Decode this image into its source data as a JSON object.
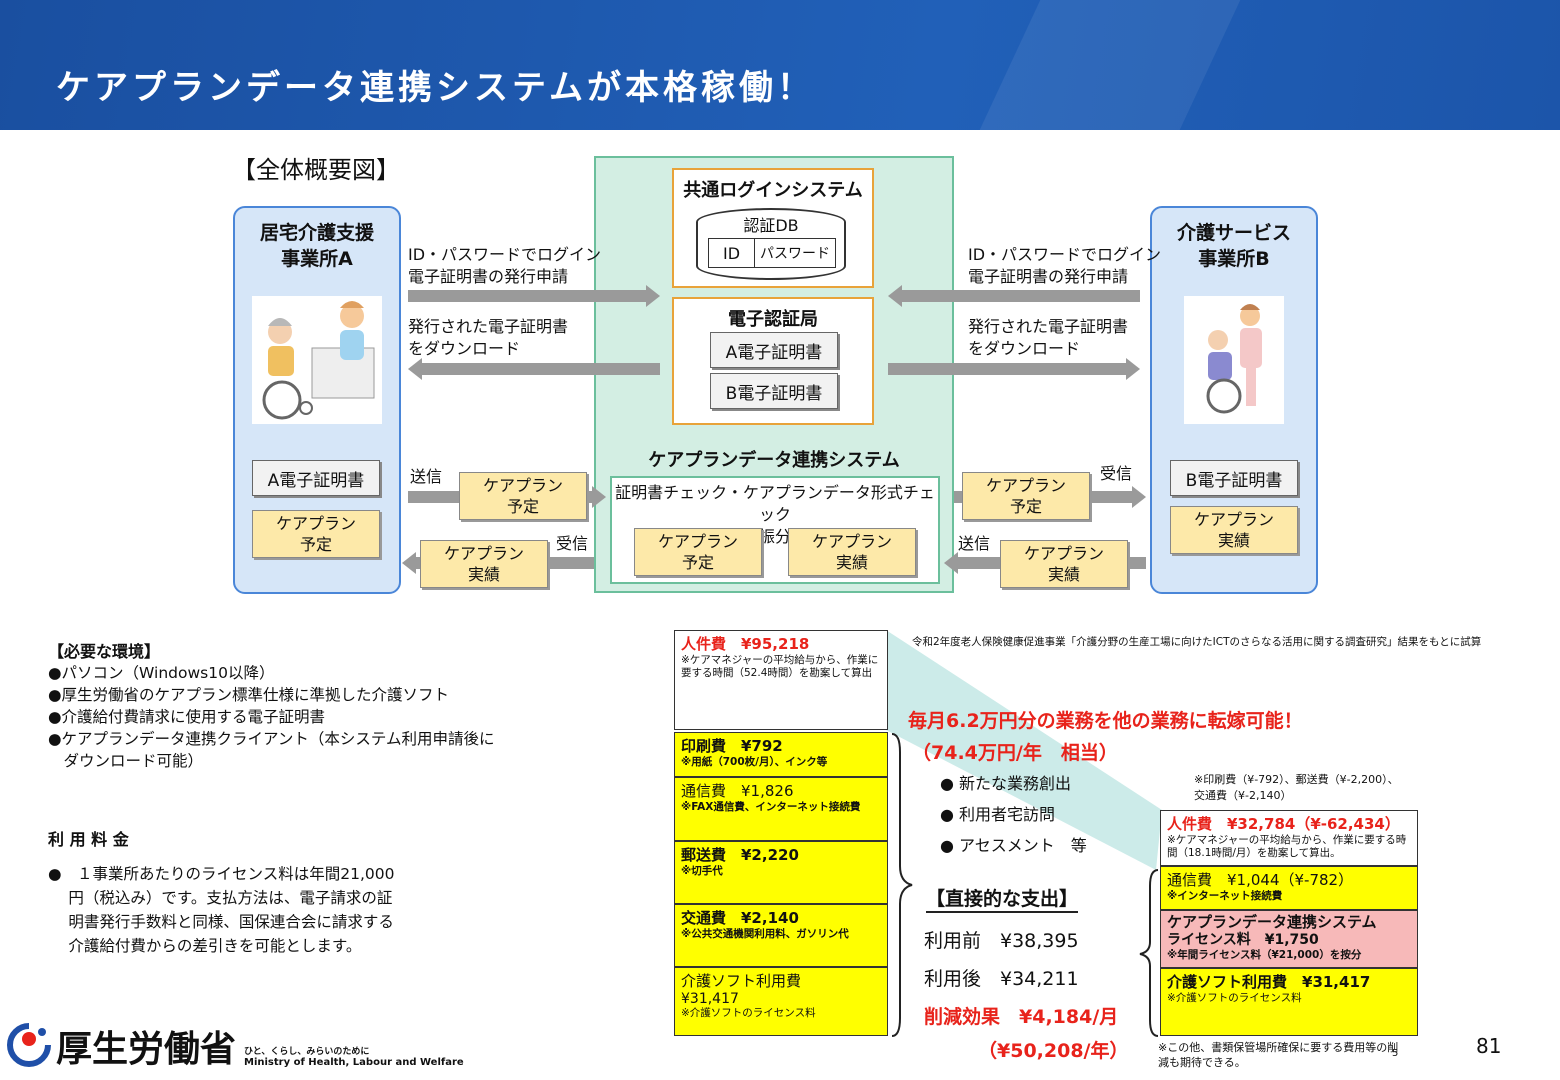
{
  "header": {
    "title": "ケアプランデータ連携システムが本格稼働！"
  },
  "overview_label": "【全体概要図】",
  "office_a": {
    "title": "居宅介護支援\n事業所A",
    "cert": "A電子証明書",
    "note": "ケアプラン\n予定"
  },
  "office_b": {
    "title": "介護サービス\n事業所B",
    "cert": "B電子証明書",
    "note": "ケアプラン\n実績"
  },
  "login_system": {
    "title": "共通ログインシステム",
    "db": "認証DB",
    "id": "ID",
    "password": "パスワード"
  },
  "ca": {
    "title": "電子認証局",
    "cert_a": "A電子証明書",
    "cert_b": "B電子証明書"
  },
  "care_system": {
    "title": "ケアプランデータ連携システム",
    "process": "証明書チェック・ケアプランデータ形式チェック\n送信先振分け処理",
    "note_plan": "ケアプラン\n予定",
    "note_result": "ケアプラン\n実績"
  },
  "flows": {
    "login": "ID・パスワードでログイン\n電子証明書の発行申請",
    "download": "発行された電子証明書\nをダウンロード",
    "send": "送信",
    "receive": "受信",
    "note_plan": "ケアプラン\n予定",
    "note_result": "ケアプラン\n実績"
  },
  "requirements": {
    "title": "【必要な環境】",
    "items": [
      "●パソコン（Windows10以降）",
      "●厚生労働省のケアプラン標準仕様に準拠した介護ソフト",
      "●介護給付費請求に使用する電子証明書",
      "●ケアプランデータ連携クライアント（本システム利用申請後に",
      "　ダウンロード可能）"
    ]
  },
  "fee": {
    "title": "利 用 料 金",
    "lines": [
      "●　１事業所あたりのライセンス料は年間21,000",
      "　 円（税込み）です。支払方法は、電子請求の証",
      "　 明書発行手数料と同様、国保連合会に請求する",
      "　 介護給付費からの差引きを可能とします。"
    ]
  },
  "source_note": "令和2年度老人保険健康促進事業「介護分野の生産工場に向けたICTのさらなる活用に関する調査研究」結果をもとに試算",
  "before": {
    "labor_title": "人件費　¥95,218",
    "labor_note": "※ケアマネジャーの平均給与から、作業に要する時間（52.4時間）を勘案して算出",
    "print_title": "印刷費　¥792",
    "print_note": "※用紙（700枚/月）、インク等",
    "comm_title": "通信費　¥1,826",
    "comm_note": "※FAX通信費、インターネット接続費",
    "post_title": "郵送費　¥2,220",
    "post_note": "※切手代",
    "travel_title": "交通費　¥2,140",
    "travel_note": "※公共交通機関利用料、ガソリン代",
    "soft_title": "介護ソフト利用費",
    "soft_value": "¥31,417",
    "soft_note": "※介護ソフトのライセンス料"
  },
  "headline": {
    "line1": "毎月6.2万円分の業務を他の業務に転嫁可能！",
    "line2": "（74.4万円/年　相当）",
    "bullets": [
      "● 新たな業務創出",
      "● 利用者宅訪問",
      "● アセスメント　等"
    ]
  },
  "direct": {
    "title": "【直接的な支出】",
    "before": "利用前　¥38,395",
    "after": "利用後　¥34,211",
    "effect": "削減効果　¥4,184/月",
    "effect_year": "（¥50,208/年）"
  },
  "after": {
    "removed_note": "※印刷費（¥-792）、郵送費（¥-2,200）、\n交通費（¥-2,140）",
    "labor_title": "人件費　¥32,784（¥-62,434）",
    "labor_note": "※ケアマネジャーの平均給与から、作業に要する時間（18.1時間/月）を勘案して算出。",
    "comm_title": "通信費　¥1,044（¥-782）",
    "comm_note": "※インターネット接続費",
    "license_title1": "ケアプランデータ連携システム",
    "license_title2": "ライセンス料　¥1,750",
    "license_note": "※年間ライセンス料（¥21,000）を按分",
    "soft_title": "介護ソフト利用費　¥31,417",
    "soft_note": "※介護ソフトのライセンス料",
    "footnote": "※この他、書類保管場所確保に要する費用等の削減も期待できる。",
    "footnote_num": "5"
  },
  "footer": {
    "ministry": "厚生労働省",
    "tagline": "ひと、くらし、みらいのために",
    "english": "Ministry of Health, Labour and Welfare",
    "page": "81"
  },
  "colors": {
    "header": "#1a4fa0",
    "office_bg": "#d6e6f8",
    "system_bg": "#d3eee3",
    "note": "#fde9a9",
    "accent_red": "#e8231b",
    "highlight": "#ffff00"
  }
}
